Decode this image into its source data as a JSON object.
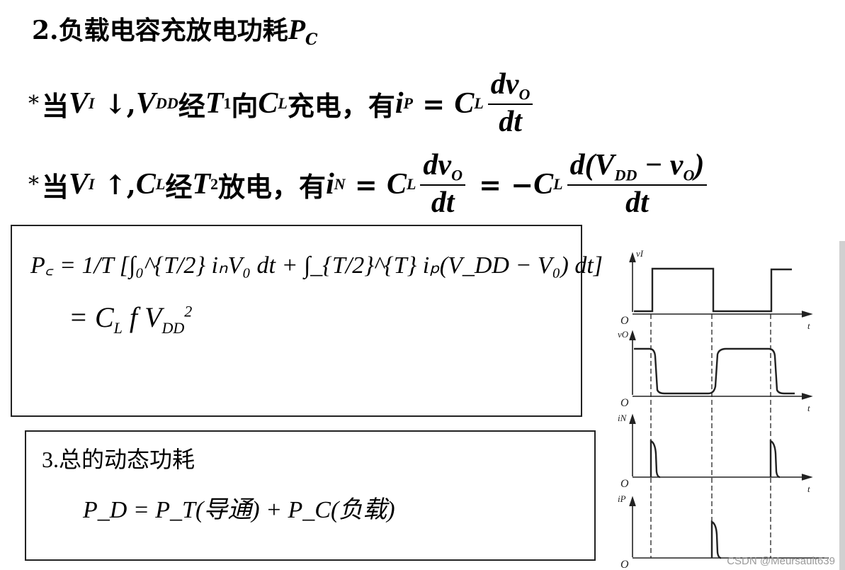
{
  "title": {
    "prefix": "2.负载电容充放电功耗",
    "symbol": "P",
    "sub": "C"
  },
  "line_charge": {
    "star": "*",
    "when": "当",
    "vi": "V",
    "vi_sub": "I",
    "arrow": " ↓,",
    "vdd": "V",
    "vdd_sub": "DD",
    "via": "经",
    "t": "T",
    "t_sub": "1",
    "to": "向",
    "cl": "C",
    "cl_sub": "L",
    "action": "充电，有",
    "ip": "i",
    "ip_sub": "P",
    "eq": " = ",
    "cl2": "C",
    "cl2_sub": "L",
    "num": "dv",
    "num_sub": "O",
    "den": "dt"
  },
  "line_discharge": {
    "star": "*",
    "when": "当",
    "vi": "V",
    "vi_sub": "I",
    "arrow": " ↑,",
    "cl": "C",
    "cl_sub": "L",
    "via": "经",
    "t": "T",
    "t_sub": "2",
    "action": "放电，有",
    "in": "i",
    "in_sub": "N",
    "eq": " = ",
    "cl2": "C",
    "cl2_sub": "L",
    "num": "dv",
    "num_sub": "O",
    "den": "dt",
    "eq2": " = −",
    "cl3": "C",
    "cl3_sub": "L",
    "num2": "d(V",
    "num2_sub": "DD",
    "num2_rest": " − v",
    "num2_sub2": "O",
    "num2_end": ")",
    "den2": "dt"
  },
  "handwritten_box1": {
    "line1": "P꜀ = 1/T [∫₀^{T/2} iₙV₀ dt + ∫_{T/2}^{T} iₚ(V_DD − V₀) dt]",
    "line2_prefix": "= C",
    "line2_sub": "L",
    "line2_mid": " f V",
    "line2_sub2": "DD",
    "line2_sup": "2"
  },
  "handwritten_box2": {
    "line1": "3.总的动态功耗",
    "line2": "P_D = P_T(导通) + P_C(负载)"
  },
  "waveform": {
    "labels": {
      "vi": "vI",
      "vo": "vO",
      "in": "iN",
      "ip": "iP",
      "origin": "O",
      "t": "t"
    }
  },
  "watermark": "CSDN @Meursault639"
}
